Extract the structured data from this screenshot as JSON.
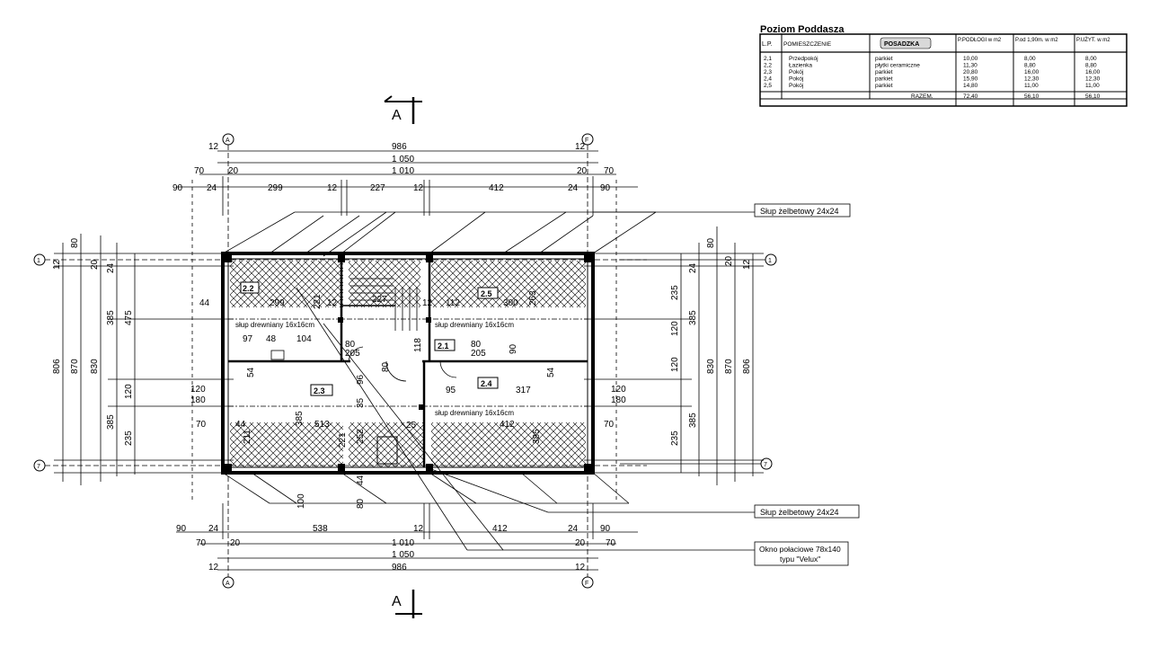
{
  "table": {
    "title": "Poziom Poddasza",
    "headers": [
      "L.P.",
      "POMIESZCZENIE",
      "POSADZKA",
      "P.PODŁOGI w m2",
      "P.od 1,90m. w m2",
      "P.UŻYT. w m2"
    ],
    "rows": [
      [
        "2,1",
        "Przedpokój",
        "parkiet",
        "10,00",
        "8,00",
        "8,00"
      ],
      [
        "2,2",
        "Łazienka",
        "płytki ceramiczne",
        "11,30",
        "8,80",
        "8,80"
      ],
      [
        "2,3",
        "Pokój",
        "parkiet",
        "20,80",
        "16,00",
        "16,00"
      ],
      [
        "2,4",
        "Pokój",
        "parkiet",
        "15,90",
        "12,30",
        "12,30"
      ],
      [
        "2,5",
        "Pokój",
        "parkiet",
        "14,80",
        "11,00",
        "11,00"
      ]
    ],
    "total_label": "RAZEM.",
    "totals": [
      "72,40",
      "56,10",
      "56,10"
    ]
  },
  "section_mark": "A",
  "axes": {
    "one": "1",
    "seven": "7",
    "a": "A",
    "f": "F"
  },
  "top_dims": {
    "row1": [
      "12",
      "986",
      "12"
    ],
    "row2": [
      "1 050"
    ],
    "row3": [
      "70",
      "20",
      "1 010",
      "20",
      "70"
    ],
    "row4": [
      "90",
      "24",
      "299",
      "12",
      "227",
      "12",
      "412",
      "24",
      "90"
    ]
  },
  "bottom_dims": {
    "row1": [
      "90",
      "24",
      "538",
      "12",
      "412",
      "24",
      "90"
    ],
    "row2": [
      "70",
      "20",
      "1 010",
      "20",
      "70"
    ],
    "row3": [
      "1 050"
    ],
    "row4": [
      "12",
      "986",
      "12"
    ]
  },
  "left_dims": [
    "806",
    "870",
    "830",
    "385",
    "475",
    "120",
    "385",
    "235",
    "12",
    "80",
    "20",
    "24"
  ],
  "right_dims": [
    "235",
    "385",
    "120",
    "120",
    "385",
    "235",
    "830",
    "870",
    "806",
    "12",
    "80",
    "20",
    "24"
  ],
  "rooms": [
    "2.1",
    "2.2",
    "2.3",
    "2.4",
    "2.5"
  ],
  "interior_dims": [
    "44",
    "299",
    "221",
    "12",
    "227",
    "12",
    "112",
    "300",
    "263",
    "97",
    "48",
    "104",
    "80",
    "205",
    "118",
    "80",
    "205",
    "90",
    "54",
    "96",
    "80",
    "25",
    "95",
    "317",
    "120",
    "180",
    "70",
    "385",
    "513",
    "211",
    "44",
    "252",
    "221",
    "35",
    "412",
    "385",
    "100",
    "80",
    "44",
    "54",
    "120",
    "180",
    "70"
  ],
  "beam_label": "słup drewniany 16x16cm",
  "callouts": {
    "column_top": "Słup żelbetowy 24x24",
    "column_bottom": "Słup żelbetowy 24x24",
    "window_line1": "Okno połaciowe 78x140",
    "window_line2": "typu \"Velux\""
  }
}
